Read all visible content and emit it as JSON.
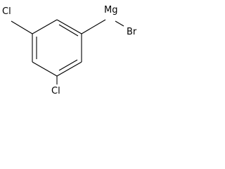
{
  "molecule": {
    "atoms": {
      "cl_top_left": "Cl",
      "cl_bottom": "Cl",
      "mg": "Mg",
      "br": "Br"
    },
    "colors": {
      "bond": "#000000",
      "text": "#000000",
      "background": "#ffffff"
    }
  }
}
